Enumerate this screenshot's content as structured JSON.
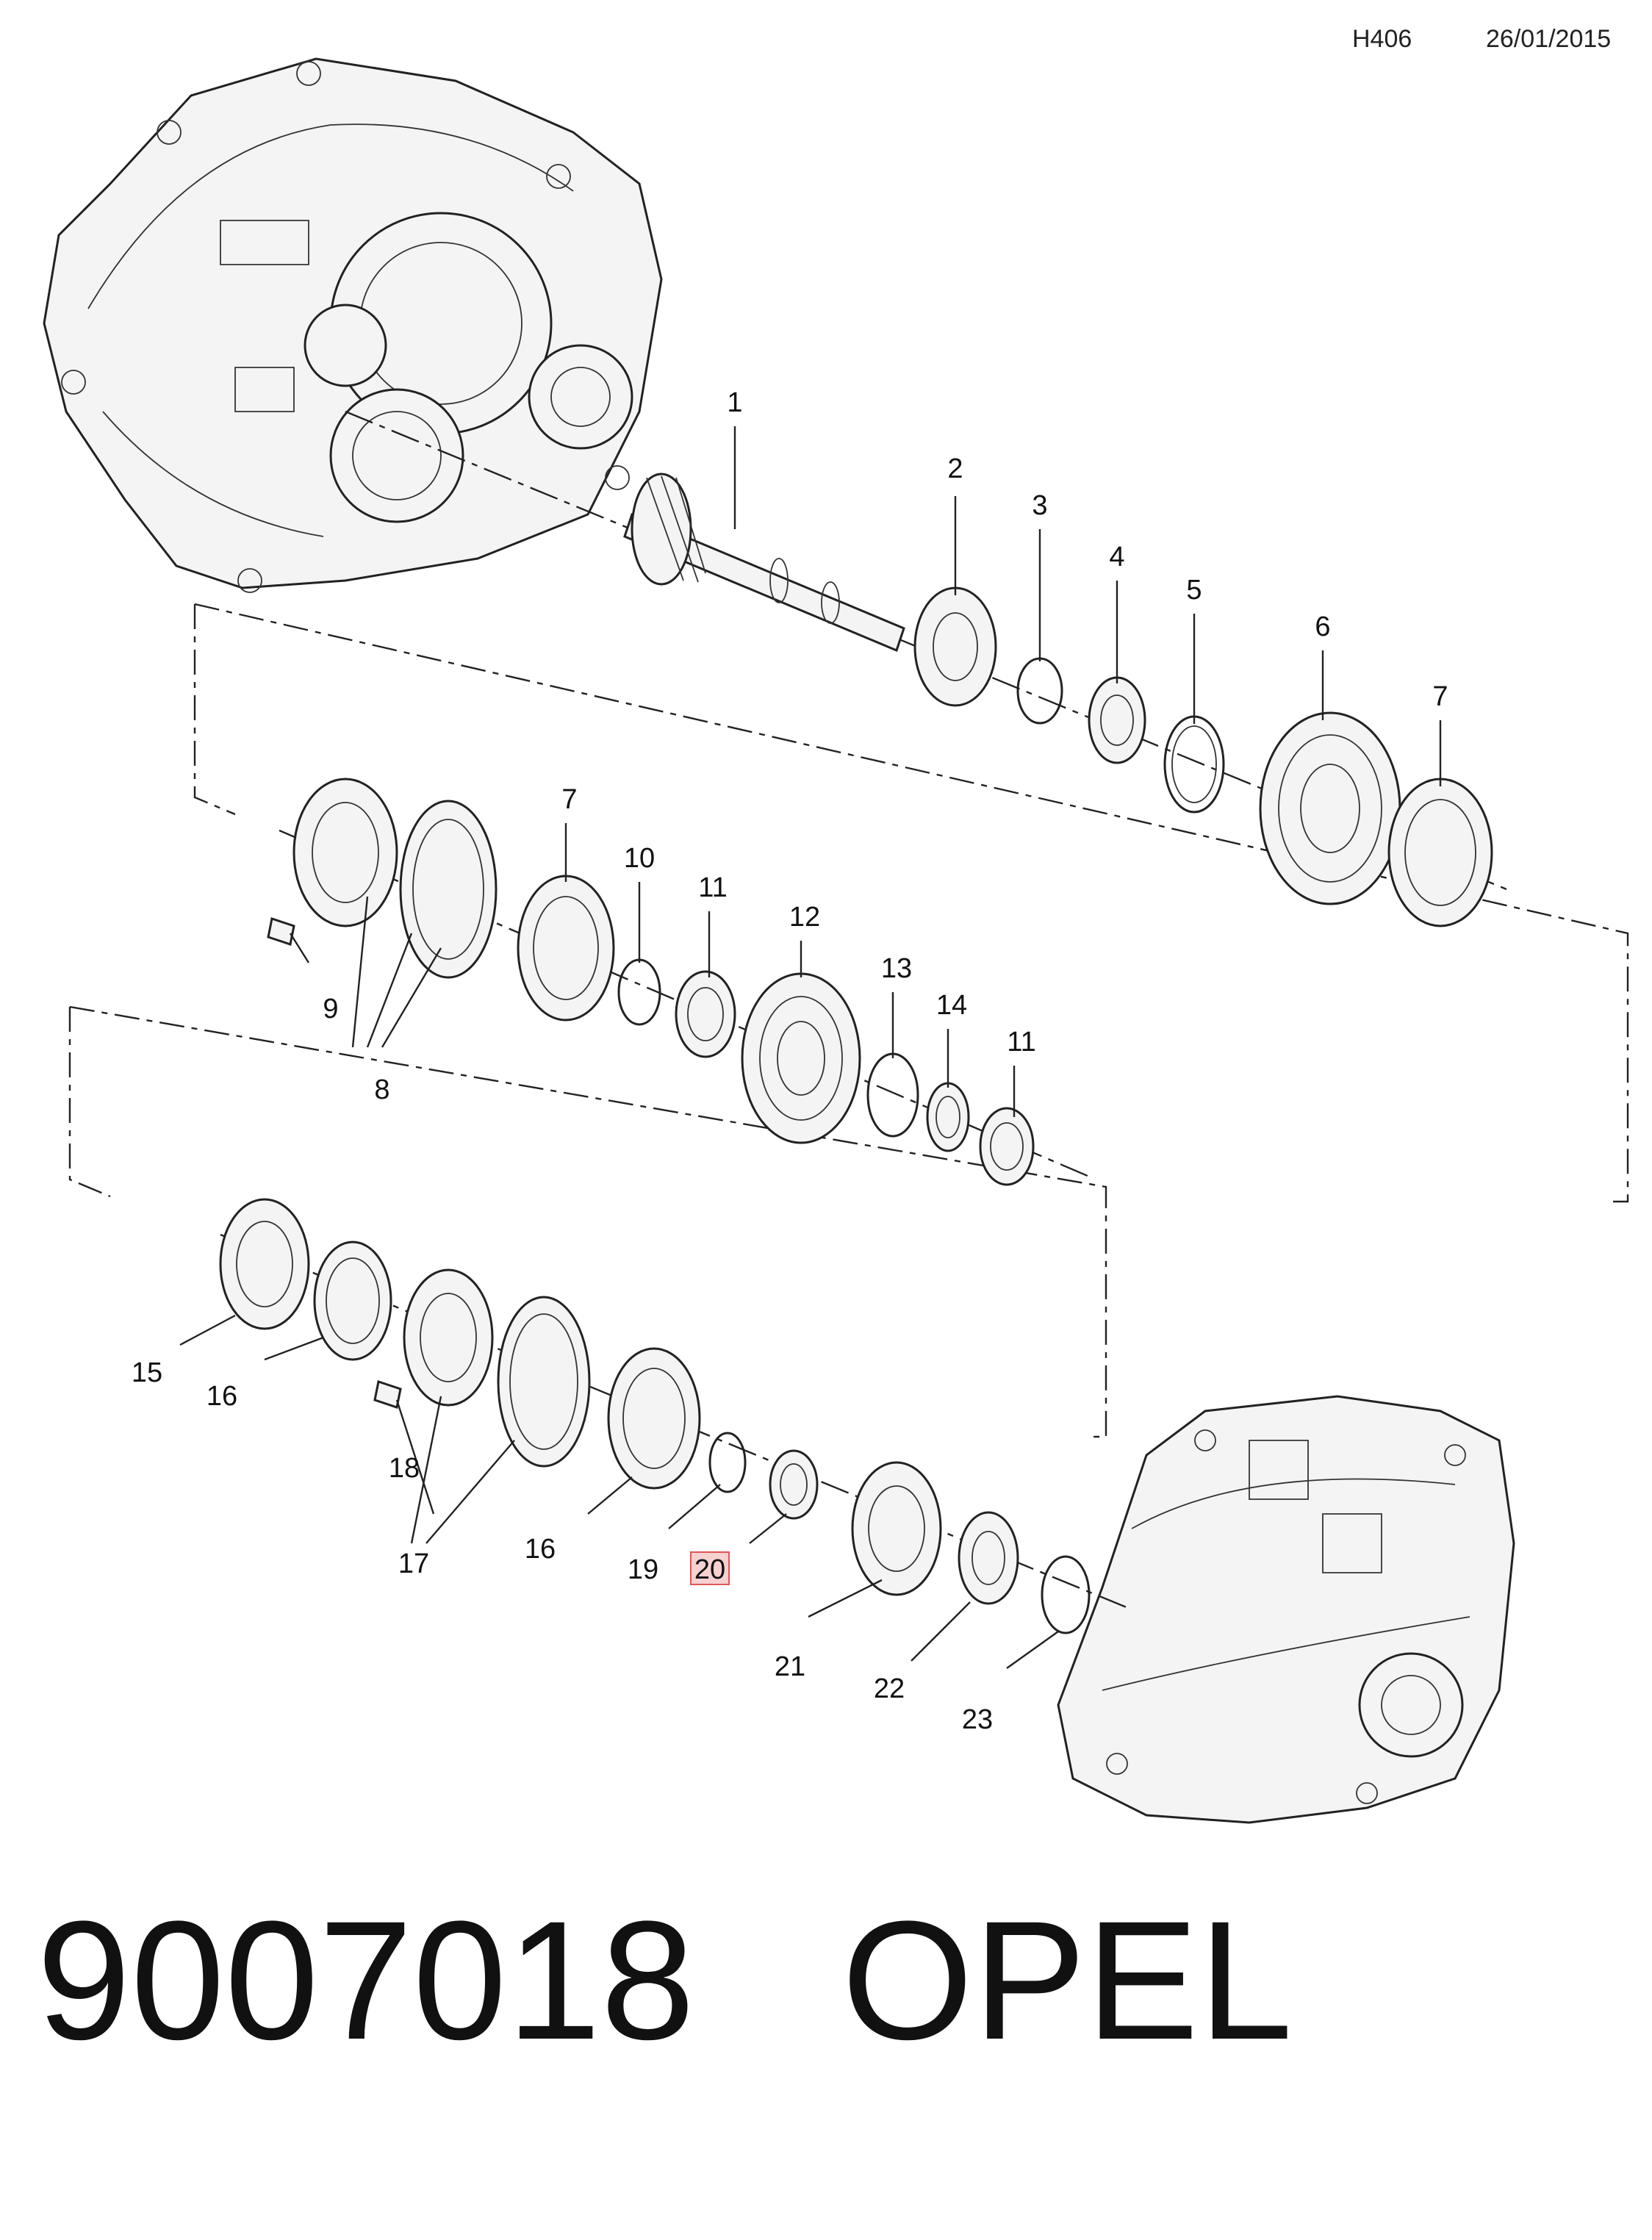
{
  "header": {
    "code": "H406",
    "date": "26/01/2015"
  },
  "callouts": [
    {
      "id": "c1",
      "text": "1"
    },
    {
      "id": "c2",
      "text": "2"
    },
    {
      "id": "c3",
      "text": "3"
    },
    {
      "id": "c4",
      "text": "4"
    },
    {
      "id": "c5",
      "text": "5"
    },
    {
      "id": "c6",
      "text": "6"
    },
    {
      "id": "c7a",
      "text": "7"
    },
    {
      "id": "c7b",
      "text": "7"
    },
    {
      "id": "c8",
      "text": "8"
    },
    {
      "id": "c9",
      "text": "9"
    },
    {
      "id": "c10",
      "text": "10"
    },
    {
      "id": "c11a",
      "text": "11"
    },
    {
      "id": "c11b",
      "text": "11"
    },
    {
      "id": "c12",
      "text": "12"
    },
    {
      "id": "c13",
      "text": "13"
    },
    {
      "id": "c14",
      "text": "14"
    },
    {
      "id": "c15",
      "text": "15"
    },
    {
      "id": "c16a",
      "text": "16"
    },
    {
      "id": "c16b",
      "text": "16"
    },
    {
      "id": "c17",
      "text": "17"
    },
    {
      "id": "c18",
      "text": "18"
    },
    {
      "id": "c19",
      "text": "19"
    },
    {
      "id": "c20",
      "text": "20",
      "highlighted": true
    },
    {
      "id": "c21",
      "text": "21"
    },
    {
      "id": "c22",
      "text": "22"
    },
    {
      "id": "c23",
      "text": "23"
    }
  ],
  "caption": {
    "part_number": "9007018",
    "brand": "OPEL"
  }
}
